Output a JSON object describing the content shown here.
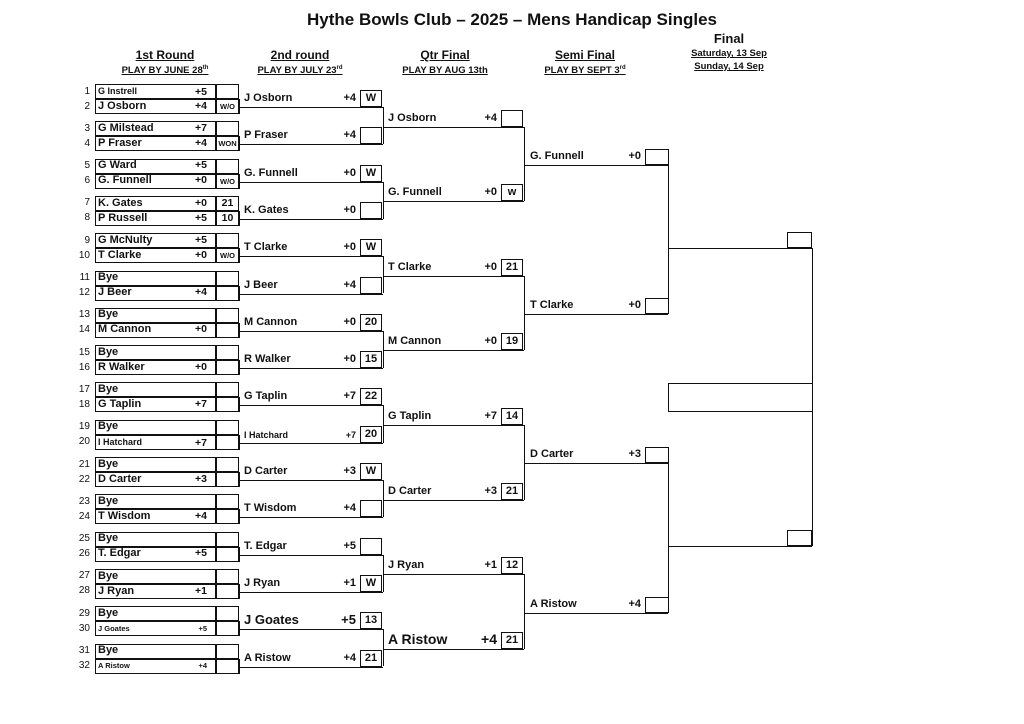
{
  "title": "Hythe Bowls Club – 2025 – Mens Handicap Singles",
  "rounds": [
    {
      "name": "1st Round",
      "play_by": "PLAY BY JUNE 28",
      "sup": "th"
    },
    {
      "name": "2nd round",
      "play_by": "PLAY BY JULY 23",
      "sup": "rd"
    },
    {
      "name": "Qtr Final",
      "play_by": "PLAY BY AUG 13th",
      "sup": ""
    },
    {
      "name": "Semi Final",
      "play_by": "PLAY BY SEPT 3",
      "sup": "rd"
    }
  ],
  "final": {
    "name": "Final",
    "date1": "Saturday, 13 Sep",
    "date2": "Sunday, 14 Sep"
  },
  "round1": [
    {
      "num": "1",
      "name": "G Instrell",
      "hc": "+5",
      "result": "",
      "size": "s"
    },
    {
      "num": "2",
      "name": "J Osborn",
      "hc": "+4",
      "result": "W/O",
      "size": "m"
    },
    {
      "num": "3",
      "name": "G Milstead",
      "hc": "+7",
      "result": "",
      "size": "m"
    },
    {
      "num": "4",
      "name": "P Fraser",
      "hc": "+4",
      "result": "WON",
      "size": "m"
    },
    {
      "num": "5",
      "name": "G Ward",
      "hc": "+5",
      "result": "",
      "size": "m"
    },
    {
      "num": "6",
      "name": "G. Funnell",
      "hc": "+0",
      "result": "W/O",
      "size": "m"
    },
    {
      "num": "7",
      "name": "K. Gates",
      "hc": "+0",
      "result": "21",
      "size": "m"
    },
    {
      "num": "8",
      "name": "P Russell",
      "hc": "+5",
      "result": "10",
      "size": "m"
    },
    {
      "num": "9",
      "name": "G McNulty",
      "hc": "+5",
      "result": "",
      "size": "m"
    },
    {
      "num": "10",
      "name": "T Clarke",
      "hc": "+0",
      "result": "W/O",
      "size": "m"
    },
    {
      "num": "11",
      "name": "Bye",
      "hc": "",
      "result": "",
      "size": "m"
    },
    {
      "num": "12",
      "name": "J Beer",
      "hc": "+4",
      "result": "",
      "size": "m"
    },
    {
      "num": "13",
      "name": "Bye",
      "hc": "",
      "result": "",
      "size": "m"
    },
    {
      "num": "14",
      "name": "M Cannon",
      "hc": "+0",
      "result": "",
      "size": "m"
    },
    {
      "num": "15",
      "name": "Bye",
      "hc": "",
      "result": "",
      "size": "m"
    },
    {
      "num": "16",
      "name": "R Walker",
      "hc": "+0",
      "result": "",
      "size": "m"
    },
    {
      "num": "17",
      "name": "Bye",
      "hc": "",
      "result": "",
      "size": "m"
    },
    {
      "num": "18",
      "name": "G Taplin",
      "hc": "+7",
      "result": "",
      "size": "m"
    },
    {
      "num": "19",
      "name": "Bye",
      "hc": "",
      "result": "",
      "size": "m"
    },
    {
      "num": "20",
      "name": "I Hatchard",
      "hc": "+7",
      "result": "",
      "size": "s"
    },
    {
      "num": "21",
      "name": "Bye",
      "hc": "",
      "result": "",
      "size": "m"
    },
    {
      "num": "22",
      "name": "D Carter",
      "hc": "+3",
      "result": "",
      "size": "m"
    },
    {
      "num": "23",
      "name": "Bye",
      "hc": "",
      "result": "",
      "size": "m"
    },
    {
      "num": "24",
      "name": "T Wisdom",
      "hc": "+4",
      "result": "",
      "size": "m"
    },
    {
      "num": "25",
      "name": "Bye",
      "hc": "",
      "result": "",
      "size": "m"
    },
    {
      "num": "26",
      "name": "T. Edgar",
      "hc": "+5",
      "result": "",
      "size": "m"
    },
    {
      "num": "27",
      "name": "Bye",
      "hc": "",
      "result": "",
      "size": "m"
    },
    {
      "num": "28",
      "name": "J Ryan",
      "hc": "+1",
      "result": "",
      "size": "m"
    },
    {
      "num": "29",
      "name": "Bye",
      "hc": "",
      "result": "",
      "size": "m"
    },
    {
      "num": "30",
      "name": "J Goates",
      "hc": "+5",
      "result": "",
      "size": "xs"
    },
    {
      "num": "31",
      "name": "Bye",
      "hc": "",
      "result": "",
      "size": "m"
    },
    {
      "num": "32",
      "name": "A Ristow",
      "hc": "+4",
      "result": "",
      "size": "xs"
    }
  ],
  "round2": [
    {
      "name": "J Osborn",
      "hc": "+4",
      "result": "W",
      "size": "m"
    },
    {
      "name": "P Fraser",
      "hc": "+4",
      "result": "",
      "size": "m"
    },
    {
      "name": "G. Funnell",
      "hc": "+0",
      "result": "W",
      "size": "m"
    },
    {
      "name": "K. Gates",
      "hc": "+0",
      "result": "",
      "size": "m"
    },
    {
      "name": "T Clarke",
      "hc": "+0",
      "result": "W",
      "size": "m"
    },
    {
      "name": "J Beer",
      "hc": "+4",
      "result": "",
      "size": "m"
    },
    {
      "name": "M Cannon",
      "hc": "+0",
      "result": "20",
      "size": "m"
    },
    {
      "name": "R Walker",
      "hc": "+0",
      "result": "15",
      "size": "m"
    },
    {
      "name": "G Taplin",
      "hc": "+7",
      "result": "22",
      "size": "m"
    },
    {
      "name": "I Hatchard",
      "hc": "+7",
      "result": "20",
      "size": "s"
    },
    {
      "name": "D Carter",
      "hc": "+3",
      "result": "W",
      "size": "m"
    },
    {
      "name": "T Wisdom",
      "hc": "+4",
      "result": "",
      "size": "m"
    },
    {
      "name": "T. Edgar",
      "hc": "+5",
      "result": "",
      "size": "m"
    },
    {
      "name": "J Ryan",
      "hc": "+1",
      "result": "W",
      "size": "m"
    },
    {
      "name": "J Goates",
      "hc": "+5",
      "result": "13",
      "size": "l"
    },
    {
      "name": "A Ristow",
      "hc": "+4",
      "result": "21",
      "size": "m"
    }
  ],
  "qtr": [
    {
      "name": "J Osborn",
      "hc": "+4",
      "result": "",
      "size": "m"
    },
    {
      "name": "G. Funnell",
      "hc": "+0",
      "result": "w",
      "size": "m"
    },
    {
      "name": "T Clarke",
      "hc": "+0",
      "result": "21",
      "size": "m"
    },
    {
      "name": "M Cannon",
      "hc": "+0",
      "result": "19",
      "size": "m"
    },
    {
      "name": "G Taplin",
      "hc": "+7",
      "result": "14",
      "size": "m"
    },
    {
      "name": "D Carter",
      "hc": "+3",
      "result": "21",
      "size": "m"
    },
    {
      "name": "J Ryan",
      "hc": "+1",
      "result": "12",
      "size": "m"
    },
    {
      "name": "A Ristow",
      "hc": "+4",
      "result": "21",
      "size": "xl"
    }
  ],
  "semi": [
    {
      "name": "G. Funnell",
      "hc": "+0",
      "result": "",
      "size": "m"
    },
    {
      "name": "T Clarke",
      "hc": "+0",
      "result": "",
      "size": "m"
    },
    {
      "name": "D Carter",
      "hc": "+3",
      "result": "",
      "size": "m"
    },
    {
      "name": "A Ristow",
      "hc": "+4",
      "result": "",
      "size": "m"
    }
  ],
  "finalists": [
    {
      "name": "",
      "result": ""
    },
    {
      "name": "",
      "result": ""
    }
  ]
}
